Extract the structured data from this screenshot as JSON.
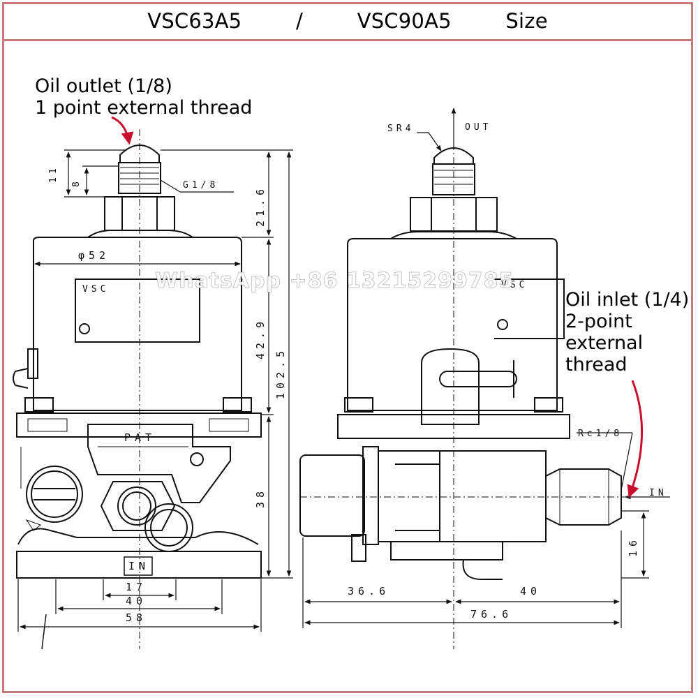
{
  "title": "VSC63A5    /    VSC90A5    Size",
  "callouts": {
    "oil_outlet_line1": "Oil outlet (1/8)",
    "oil_outlet_line2": "1 point external thread",
    "oil_inlet_line1": "Oil inlet (1/4)",
    "oil_inlet_line2": "2-point",
    "oil_inlet_line3": "external",
    "oil_inlet_line4": "thread"
  },
  "watermark": "WhatsApp +86 13215299785",
  "front_view": {
    "dim_11": "11",
    "dim_8": "8",
    "thread_g18": "G1/8",
    "dim_216": "21.6",
    "dim_phi52": "φ52",
    "label_vsc": "VSC",
    "dim_429": "42.9",
    "dim_1025": "102.5",
    "label_pat": "PAT",
    "dim_38": "38",
    "label_in": "IN",
    "dim_17": "17",
    "dim_40": "40",
    "dim_58": "58"
  },
  "side_view": {
    "label_sr4": "SR4",
    "label_out": "OUT",
    "label_vsc": "VSC",
    "thread_rc18": "Rc1/8",
    "label_in": "IN",
    "dim_16": "16",
    "dim_366": "36.6",
    "dim_40": "40",
    "dim_766": "76.6"
  },
  "colors": {
    "frame": "#c77a7a",
    "arrow": "#c8102e",
    "line": "#111111"
  }
}
